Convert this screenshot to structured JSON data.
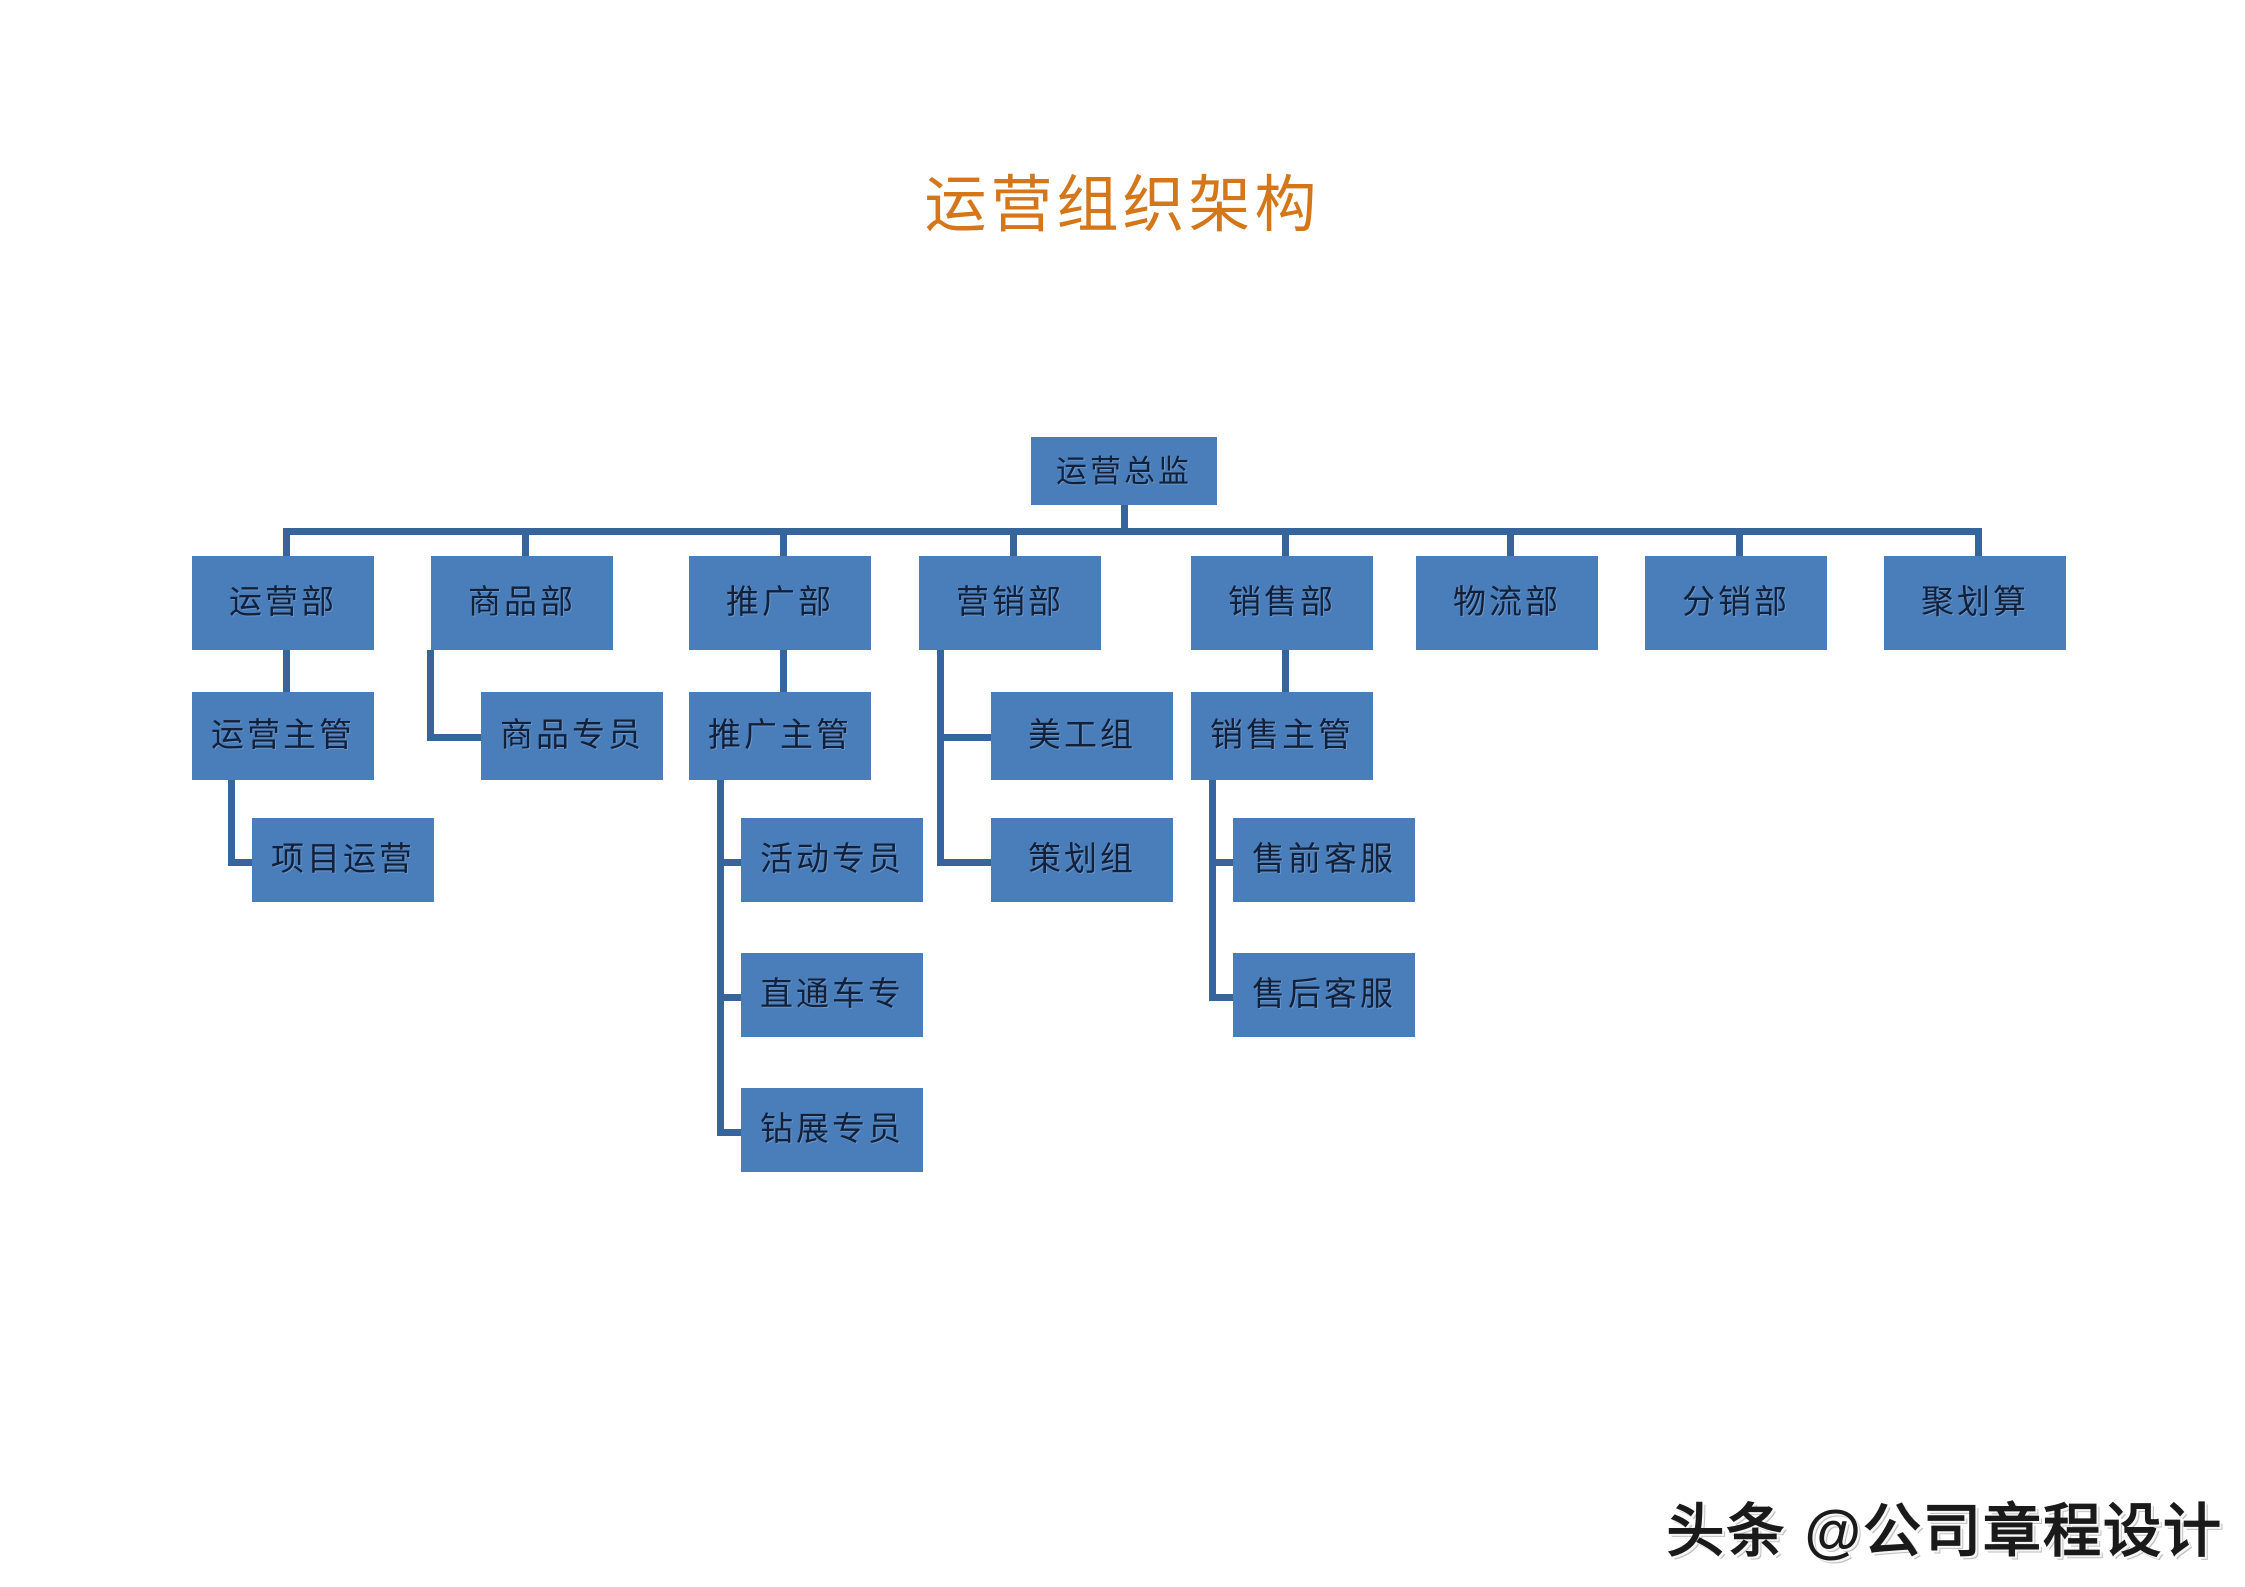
{
  "title": "运营组织架构",
  "watermark": "头条 @公司章程设计",
  "colors": {
    "node_fill": "#4A7EBB",
    "connector": "#36659C",
    "title": "#D4761A",
    "node_text": "#12203A",
    "background": "#FFFFFF"
  },
  "chart_data": {
    "type": "diagram",
    "subtype": "organization-chart",
    "title": "运营组织架构",
    "orientation": "top-down-with-left-elbows",
    "levels": 6,
    "node_count": 20,
    "nodes": [
      {
        "id": "n0",
        "label": "运营总监",
        "level": 0,
        "parent": null
      },
      {
        "id": "n1",
        "label": "运营部",
        "level": 1,
        "parent": "n0"
      },
      {
        "id": "n2",
        "label": "商品部",
        "level": 1,
        "parent": "n0"
      },
      {
        "id": "n3",
        "label": "推广部",
        "level": 1,
        "parent": "n0"
      },
      {
        "id": "n4",
        "label": "营销部",
        "level": 1,
        "parent": "n0"
      },
      {
        "id": "n5",
        "label": "销售部",
        "level": 1,
        "parent": "n0"
      },
      {
        "id": "n6",
        "label": "物流部",
        "level": 1,
        "parent": "n0"
      },
      {
        "id": "n7",
        "label": "分销部",
        "level": 1,
        "parent": "n0"
      },
      {
        "id": "n8",
        "label": "聚划算",
        "level": 1,
        "parent": "n0"
      },
      {
        "id": "n9",
        "label": "运营主管",
        "level": 2,
        "parent": "n1"
      },
      {
        "id": "n10",
        "label": "商品专员",
        "level": 2,
        "parent": "n2"
      },
      {
        "id": "n11",
        "label": "推广主管",
        "level": 2,
        "parent": "n3"
      },
      {
        "id": "n12",
        "label": "美工组",
        "level": 2,
        "parent": "n4"
      },
      {
        "id": "n13",
        "label": "销售主管",
        "level": 2,
        "parent": "n5"
      },
      {
        "id": "n14",
        "label": "项目运营",
        "level": 3,
        "parent": "n9"
      },
      {
        "id": "n15",
        "label": "活动专员",
        "level": 3,
        "parent": "n11"
      },
      {
        "id": "n16",
        "label": "策划组",
        "level": 3,
        "parent": "n4"
      },
      {
        "id": "n17",
        "label": "售前客服",
        "level": 3,
        "parent": "n13"
      },
      {
        "id": "n18",
        "label": "直通车专",
        "level": 4,
        "parent": "n11"
      },
      {
        "id": "n19",
        "label": "售后客服",
        "level": 4,
        "parent": "n13"
      },
      {
        "id": "n20",
        "label": "钻展专员",
        "level": 5,
        "parent": "n11"
      }
    ],
    "departments": [
      "运营部",
      "商品部",
      "推广部",
      "营销部",
      "销售部",
      "物流部",
      "分销部",
      "聚划算"
    ],
    "legend": [],
    "annotations": []
  },
  "nodes": {
    "root": "运营总监",
    "dept_operations": "运营部",
    "dept_product": "商品部",
    "dept_promotion": "推广部",
    "dept_marketing": "营销部",
    "dept_sales": "销售部",
    "dept_logistics": "物流部",
    "dept_distribution": "分销部",
    "dept_juhuasuan": "聚划算",
    "operations_supervisor": "运营主管",
    "product_specialist": "商品专员",
    "promotion_supervisor": "推广主管",
    "design_group": "美工组",
    "sales_supervisor": "销售主管",
    "project_operations": "项目运营",
    "activity_specialist": "活动专员",
    "planning_group": "策划组",
    "presale_service": "售前客服",
    "zhitongche_specialist": "直通车专",
    "aftersale_service": "售后客服",
    "zuanzhan_specialist": "钻展专员"
  }
}
